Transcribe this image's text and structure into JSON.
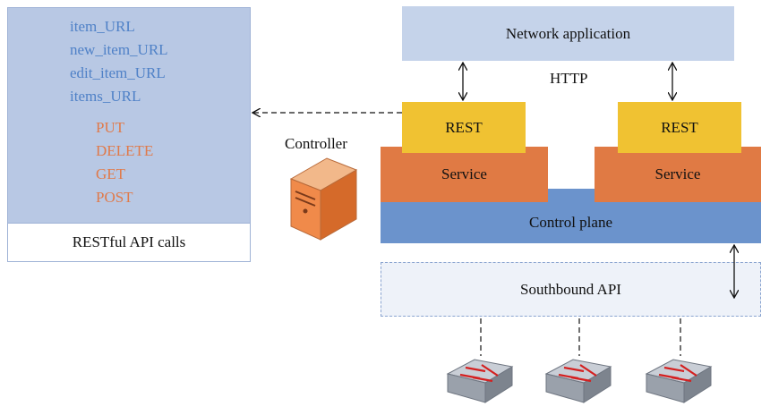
{
  "api_panel": {
    "urls": [
      "item_URL",
      "new_item_URL",
      "edit_item_URL",
      "items_URL"
    ],
    "methods": [
      "PUT",
      "DELETE",
      "GET",
      "POST"
    ],
    "footer_label": "RESTful API calls"
  },
  "controller_label": "Controller",
  "network_app_label": "Network application",
  "http_label": "HTTP",
  "rest_left_label": "REST",
  "rest_right_label": "REST",
  "service_left_label": "Service",
  "service_right_label": "Service",
  "control_plane_label": "Control plane",
  "southbound_label": "Southbound API",
  "icons": [
    "server-icon",
    "switch-icon",
    "switch-icon",
    "switch-icon"
  ],
  "colors": {
    "panel_fill": "#b8c8e4",
    "network_app_fill": "#c5d3ea",
    "rest_fill": "#f0c232",
    "service_fill": "#e07a44",
    "control_plane_fill": "#6b93cc",
    "url_text": "#4f81c7",
    "method_text": "#e07a4a"
  }
}
